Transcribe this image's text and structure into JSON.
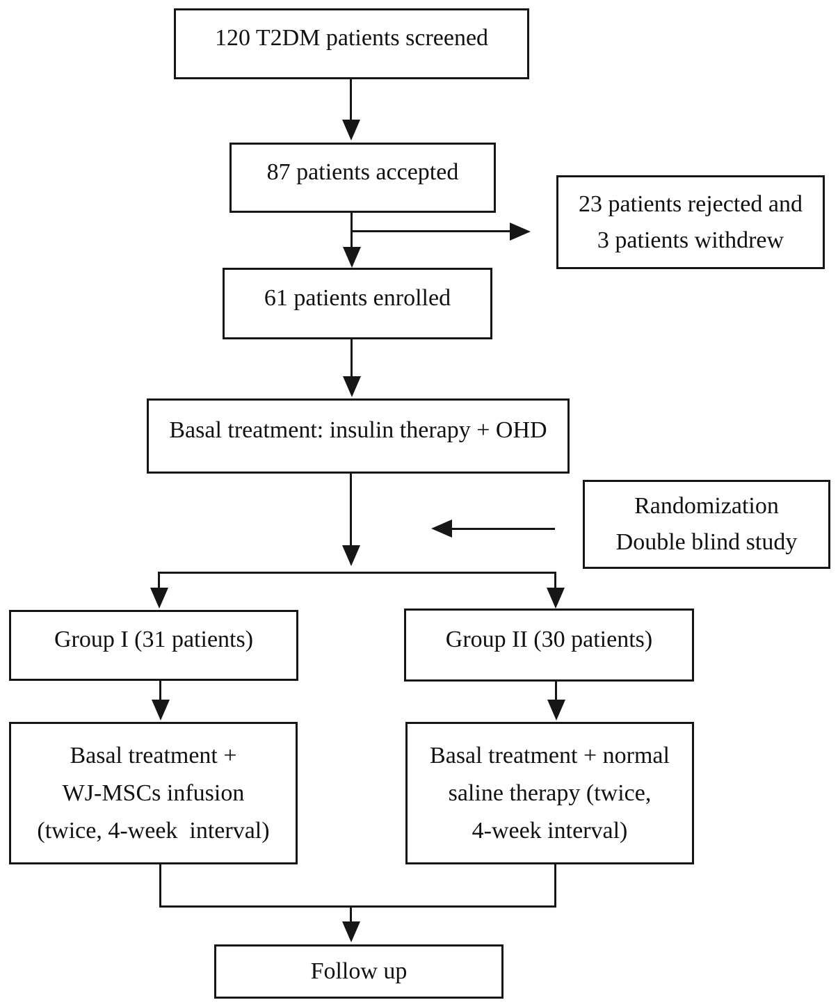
{
  "diagram": {
    "background": "#ffffff",
    "line_color": "#161616",
    "text_color": "#111111",
    "nodes": {
      "screened": {
        "label": "120 T2DM patients screened"
      },
      "accepted": {
        "label": "87 patients accepted"
      },
      "rejected": {
        "lines": [
          "23 patients rejected and",
          "3 patients withdrew"
        ]
      },
      "enrolled": {
        "label": "61 patients enrolled"
      },
      "basal_treatment": {
        "label": "Basal treatment: insulin therapy + OHD"
      },
      "randomization": {
        "lines": [
          "Randomization",
          "Double blind study"
        ]
      },
      "group1": {
        "label": "Group I (31 patients)"
      },
      "group2": {
        "label": "Group II (30 patients)"
      },
      "group1_treatment": {
        "lines": [
          "Basal treatment +",
          "WJ-MSCs infusion",
          "(twice, 4-week  interval)"
        ]
      },
      "group2_treatment": {
        "lines": [
          "Basal treatment + normal",
          "saline therapy (twice,",
          "4-week interval)"
        ]
      },
      "followup": {
        "label": "Follow up"
      }
    }
  }
}
